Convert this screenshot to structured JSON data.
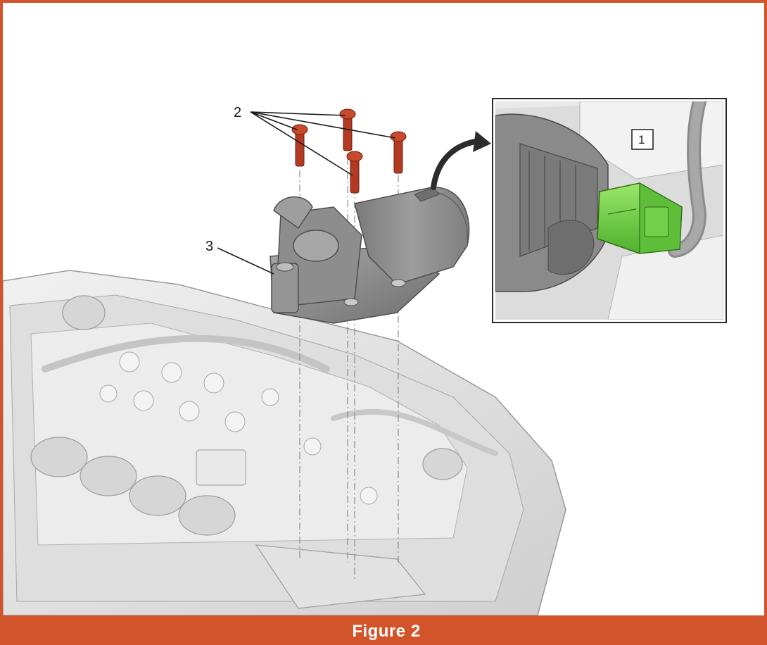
{
  "figure": {
    "caption": "Figure 2",
    "accent_color": "#d2542a",
    "callouts": {
      "connector": "1",
      "bolts": "2",
      "pump_unit": "3"
    },
    "components": {
      "bolt_color": "#b33a22",
      "connector_color": "#7dd34f",
      "housing_color": "#e4e4e4",
      "pump_color": "#8a8a8a"
    }
  }
}
